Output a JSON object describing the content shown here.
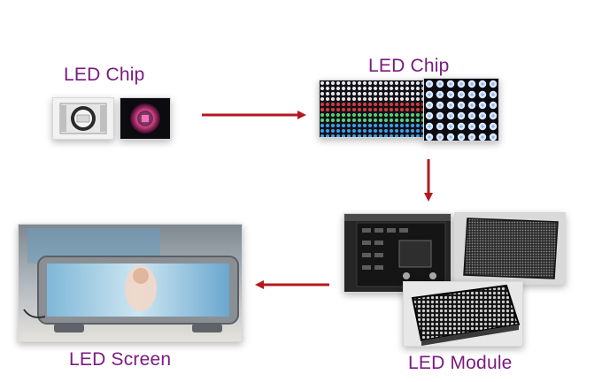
{
  "labels": {
    "chip_left": "LED Chip",
    "chip_right": "LED Chip",
    "module": "LED Module",
    "screen": "LED Screen"
  },
  "colors": {
    "label_text": "#7a1a82",
    "arrow": "#b3191f"
  },
  "images": [
    "smd-led-chip-icon",
    "rgb-led-chip-lit-icon",
    "led-pixel-matrix-lit",
    "led-pixel-matrix-closeup",
    "led-module-back-pcb",
    "led-module-front-panel",
    "led-module-angled-panel",
    "led-screen-display"
  ]
}
